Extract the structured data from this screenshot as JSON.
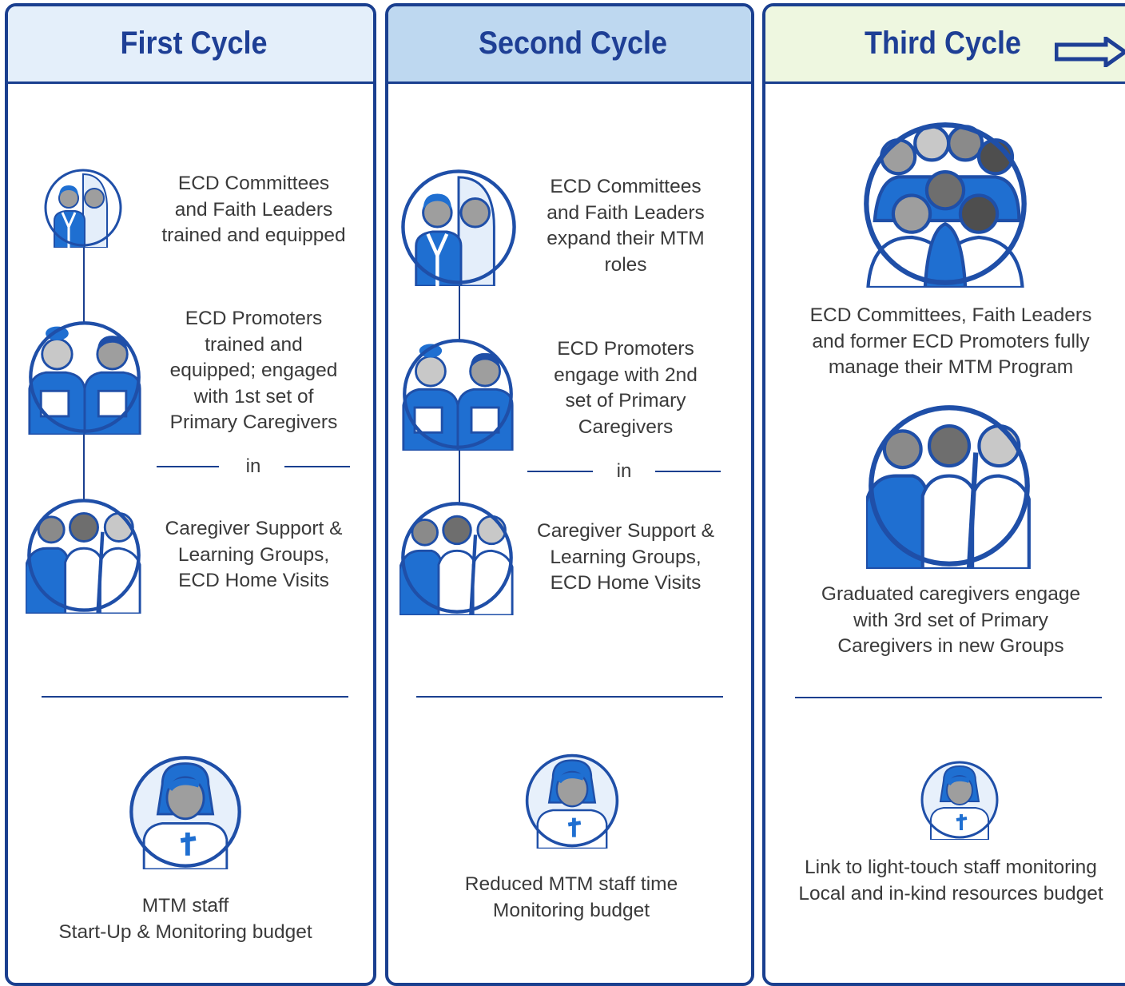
{
  "colors": {
    "border": "#1a3f8f",
    "title": "#1e3f95",
    "blue": "#1f6fd1",
    "light": "#dbe9f8",
    "gray": "#9e9e9e",
    "text": "#3a3a3a"
  },
  "cycles": [
    {
      "title": "First Cycle",
      "step1": "ECD Committees\nand Faith Leaders\ntrained and equipped",
      "step2": "ECD Promoters\ntrained and\nequipped; engaged\nwith 1st set of\nPrimary Caregivers",
      "in_label": "in",
      "step3": "Caregiver Support &\nLearning Groups,\nECD Home Visits",
      "staff": "MTM staff\nStart-Up & Monitoring budget"
    },
    {
      "title": "Second Cycle",
      "step1": "ECD Committees\nand Faith Leaders\nexpand their MTM\nroles",
      "step2": "ECD Promoters\nengage with 2nd\nset of Primary\nCaregivers",
      "in_label": "in",
      "step3": "Caregiver Support &\nLearning Groups,\nECD Home Visits",
      "staff": "Reduced MTM staff time\nMonitoring budget"
    },
    {
      "title": "Third Cycle",
      "step1": "ECD Committees, Faith Leaders\nand former ECD Promoters fully\nmanage their MTM Program",
      "step2": "Graduated caregivers engage\nwith 3rd set of Primary\nCaregivers in new Groups",
      "staff": "Link to light-touch staff monitoring\nLocal and in-kind resources budget"
    }
  ]
}
